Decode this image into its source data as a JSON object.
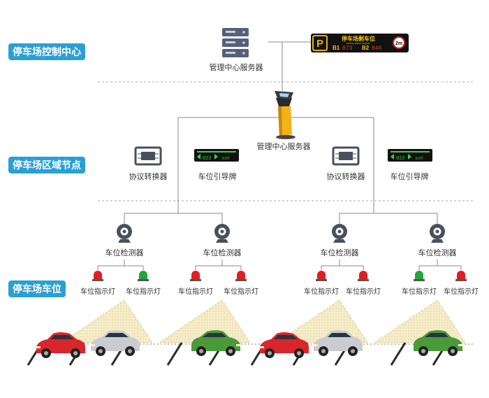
{
  "tiers": {
    "control_center": "停车场控制中心",
    "area_node": "停车场区域节点",
    "parking_space": "停车场车位"
  },
  "control_center": {
    "server_label": "管理中心服务器",
    "display": {
      "title": "停车场剩车位",
      "subtitle": "Parking Spaces Available",
      "b1_label": "B1",
      "b1_value": "073",
      "b2_label": "B2",
      "b2_value": "046",
      "badge": "2m"
    }
  },
  "area_node": {
    "kiosk_label": "管理中心服务器",
    "converter_label": "协议转换器",
    "guide_label": "车位引导牌",
    "guide_value": "022",
    "guide_text": "EXIT"
  },
  "parking": {
    "detector_label": "车位检测器",
    "light_label": "车位指示灯",
    "light_states": [
      "red",
      "green",
      "red",
      "red",
      "red",
      "red",
      "green",
      "red"
    ]
  },
  "colors": {
    "accent": "#2a9fd6",
    "line": "#8a8a8a",
    "light_red": "#e02020",
    "light_green": "#22a83a",
    "car_red": "#d8262b",
    "car_silver": "#c9ccd2",
    "car_green": "#4a9a3a",
    "beam": "#f0e3b4"
  }
}
